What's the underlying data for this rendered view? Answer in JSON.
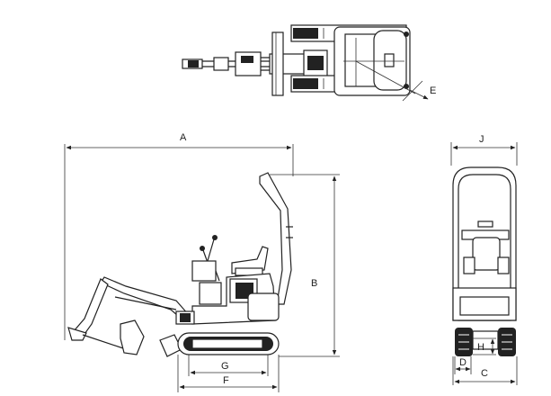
{
  "dimension_labels": {
    "A": "A",
    "B": "B",
    "C": "C",
    "D": "D",
    "E": "E",
    "F": "F",
    "G": "G",
    "H": "H",
    "J": "J"
  }
}
